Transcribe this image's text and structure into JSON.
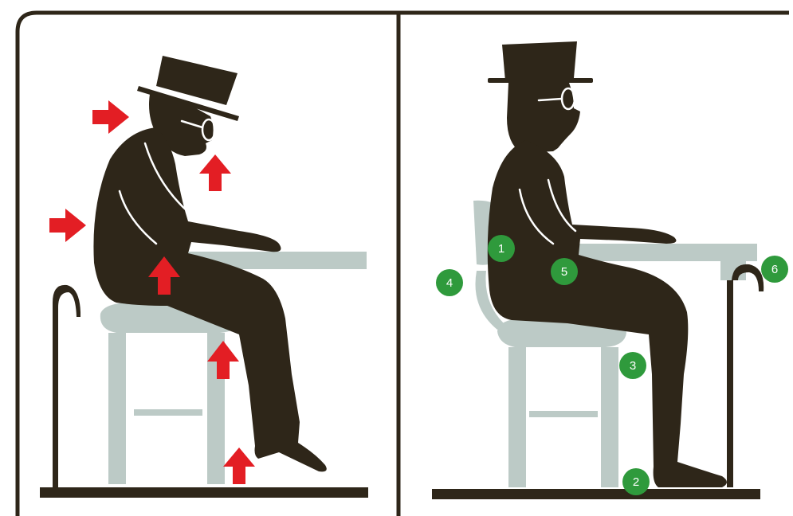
{
  "colors": {
    "frame": "#2e2619",
    "figure": "#2e2619",
    "furniture": "#bccac6",
    "arrow": "#e31e24",
    "badge": "#2f9a3c",
    "badge_text": "#ffffff",
    "background": "#ffffff"
  },
  "panels": {
    "left": {
      "subject": "slouched-seated-posture",
      "arrow_icon": "red-arrow-icon"
    },
    "right": {
      "subject": "correct-seated-posture",
      "markers": [
        "1",
        "2",
        "3",
        "4",
        "5",
        "6"
      ]
    }
  }
}
